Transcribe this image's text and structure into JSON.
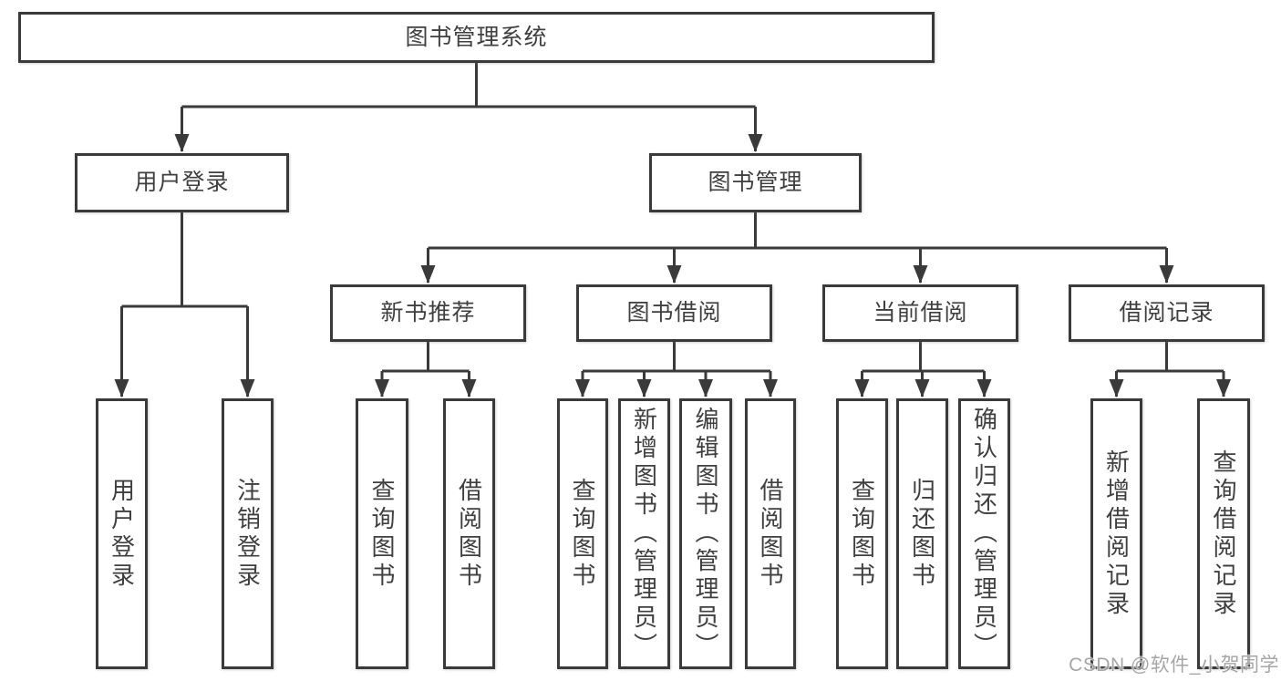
{
  "diagram_title": "图书管理系统",
  "tree": {
    "label": "图书管理系统",
    "children": [
      {
        "label": "用户登录",
        "children": [
          {
            "label": "用户登录"
          },
          {
            "label": "注销登录"
          }
        ]
      },
      {
        "label": "图书管理",
        "children": [
          {
            "label": "新书推荐",
            "children": [
              {
                "label": "查询图书"
              },
              {
                "label": "借阅图书"
              }
            ]
          },
          {
            "label": "图书借阅",
            "children": [
              {
                "label": "查询图书"
              },
              {
                "label": "新增图书（管理员）"
              },
              {
                "label": "编辑图书（管理员）"
              },
              {
                "label": "借阅图书"
              }
            ]
          },
          {
            "label": "当前借阅",
            "children": [
              {
                "label": "查询图书"
              },
              {
                "label": "归还图书"
              },
              {
                "label": "确认归还（管理员）"
              }
            ]
          },
          {
            "label": "借阅记录",
            "children": [
              {
                "label": "新增借阅记录"
              },
              {
                "label": "查询借阅记录"
              }
            ]
          }
        ]
      }
    ]
  },
  "watermark": {
    "text": "CSDN @软件_小贺同学"
  },
  "colors": {
    "line": "#3a3a3a",
    "box_border": "#3a3a3a",
    "text": "#3f3f3f",
    "watermark": "#9e9e9e",
    "background": "#ffffff"
  }
}
